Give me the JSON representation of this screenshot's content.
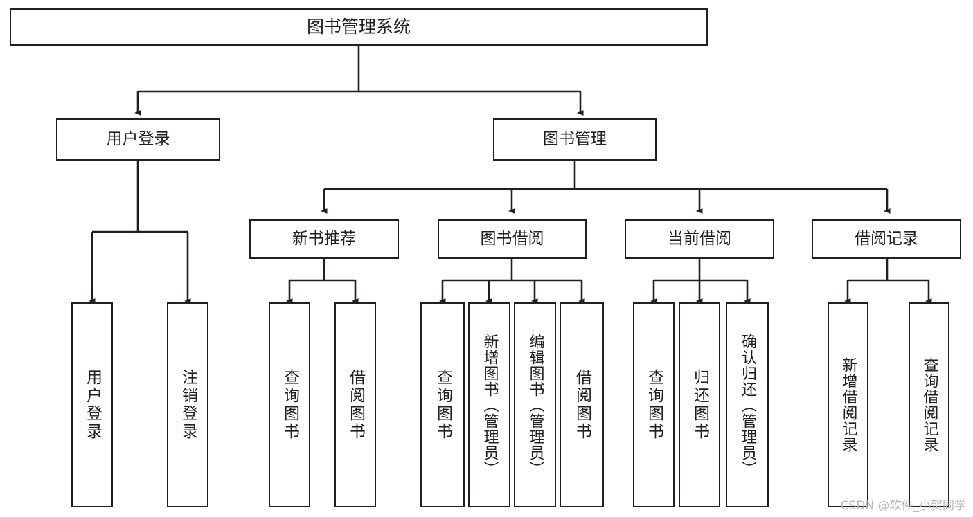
{
  "diagram": {
    "title": "图书管理系统",
    "type": "tree-hierarchy-chart",
    "stroke_color": "#231f20",
    "fill_color": "#ffffff",
    "root": {
      "label": "图书管理系统"
    },
    "level2": [
      {
        "label": "用户登录"
      },
      {
        "label": "图书管理"
      }
    ],
    "level3": [
      {
        "label": "新书推荐"
      },
      {
        "label": "图书借阅"
      },
      {
        "label": "当前借阅"
      },
      {
        "label": "借阅记录"
      }
    ],
    "leaves": {
      "user_login": [
        {
          "label": "用户登录"
        },
        {
          "label": "注销登录"
        }
      ],
      "new_book_recommend": [
        {
          "label": "查询图书"
        },
        {
          "label": "借阅图书"
        }
      ],
      "book_borrow": [
        {
          "label": "查询图书"
        },
        {
          "label": "新增图书（管理员）"
        },
        {
          "label": "编辑图书（管理员）"
        },
        {
          "label": "借阅图书"
        }
      ],
      "current_borrow": [
        {
          "label": "查询图书"
        },
        {
          "label": "归还图书"
        },
        {
          "label": "确认归还（管理员）"
        }
      ],
      "borrow_record": [
        {
          "label": "新增借阅记录"
        },
        {
          "label": "查询借阅记录"
        }
      ]
    }
  },
  "watermark": {
    "text": "CSDN @软件_小贺同学"
  }
}
